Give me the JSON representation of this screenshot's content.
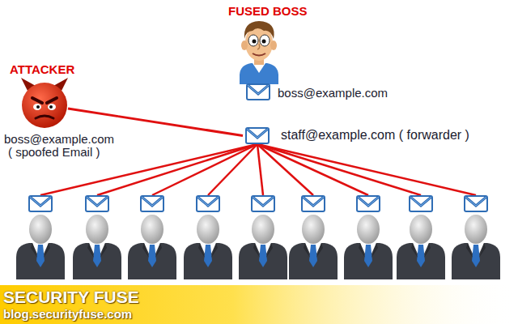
{
  "diagram": {
    "nodes": [
      {
        "text": [
          "FUSED BOSS",
          "boss@example.com"
        ]
      },
      {
        "text": [
          "ATTACKER",
          "boss@example.com",
          "( spoofed Email )"
        ]
      },
      {
        "text": [
          "staff@example.com ( forwarder )"
        ]
      }
    ],
    "edges": [
      {
        "from": 1,
        "to": 2,
        "arrow": "none"
      }
    ],
    "labels": [
      "SECURITY FUSE",
      "blog.securityfuse.com"
    ]
  }
}
